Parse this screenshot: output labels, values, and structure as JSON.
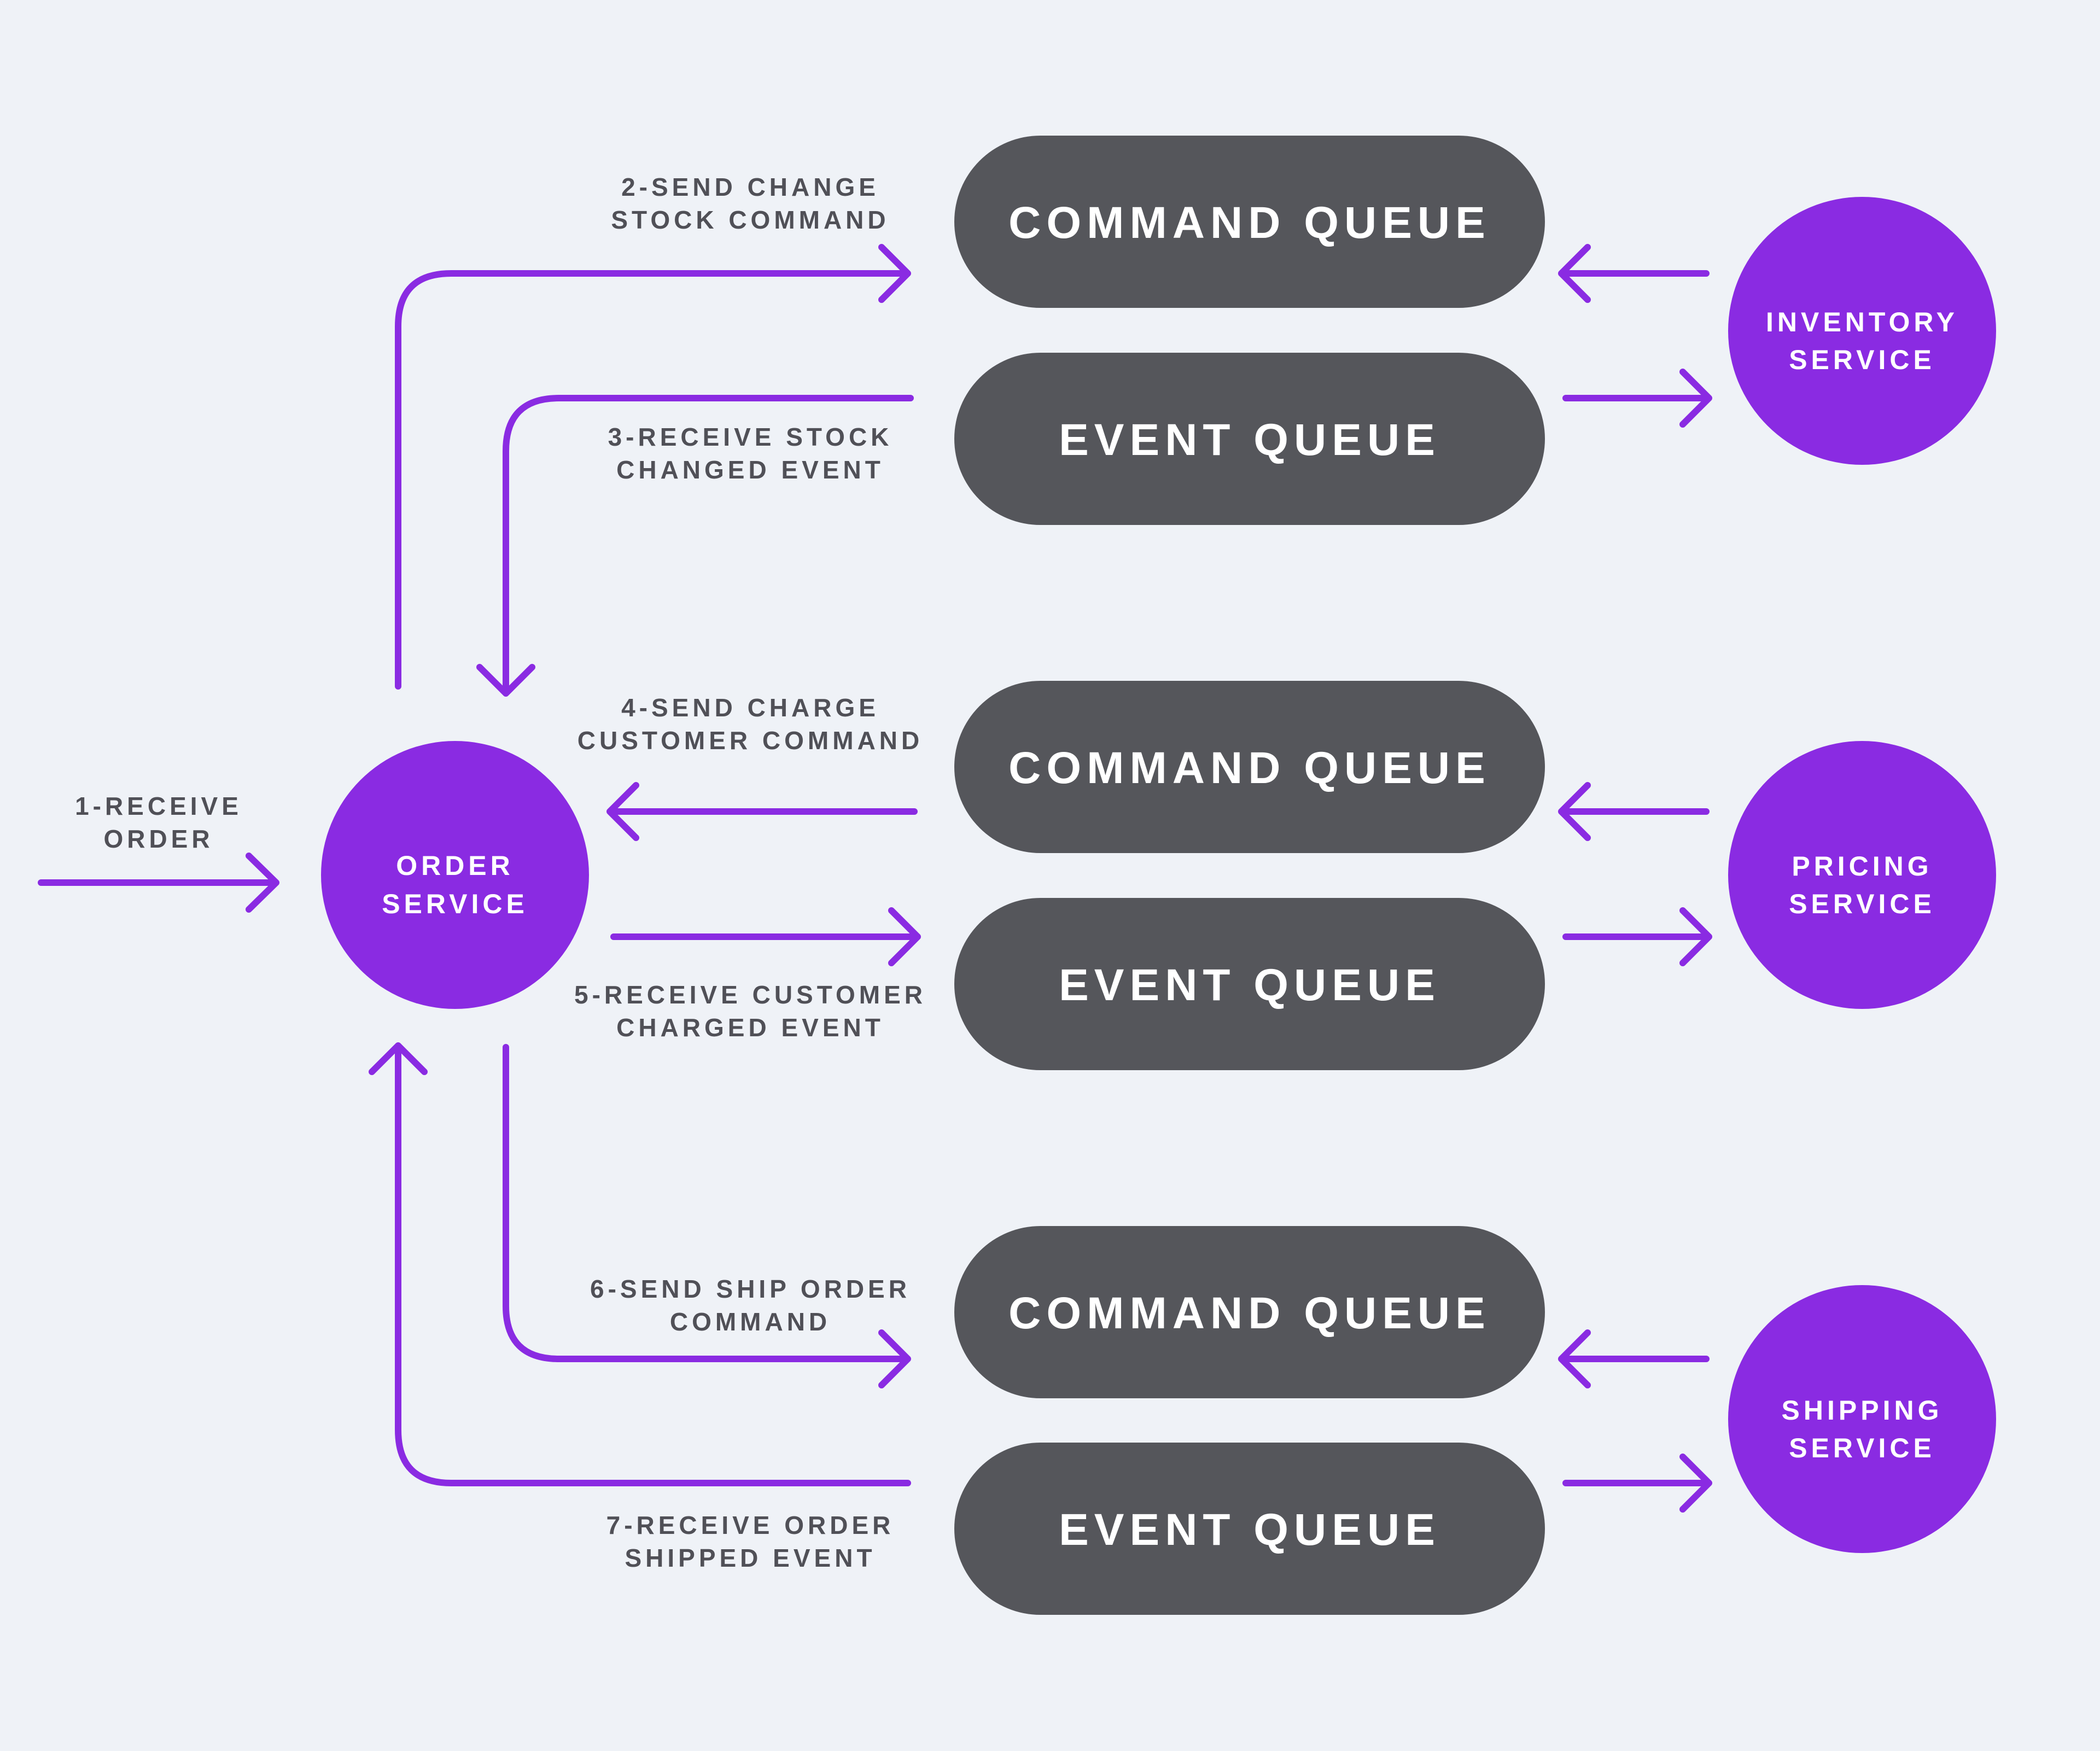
{
  "colors": {
    "background": "#eff2f7",
    "accent": "#8a2be2",
    "queue": "#55565b",
    "label": "#505057",
    "node_text": "#ffffff"
  },
  "order_service": {
    "line1": "ORDER",
    "line2": "SERVICE"
  },
  "services": {
    "inventory": {
      "line1": "INVENTORY",
      "line2": "SERVICE"
    },
    "pricing": {
      "line1": "PRICING",
      "line2": "SERVICE"
    },
    "shipping": {
      "line1": "SHIPPING",
      "line2": "SERVICE"
    }
  },
  "queues": {
    "inventory_command": "COMMAND QUEUE",
    "inventory_event": "EVENT QUEUE",
    "pricing_command": "COMMAND QUEUE",
    "pricing_event": "EVENT QUEUE",
    "shipping_command": "COMMAND QUEUE",
    "shipping_event": "EVENT QUEUE"
  },
  "steps": {
    "s1": {
      "line1": "1-RECEIVE",
      "line2": "ORDER"
    },
    "s2": {
      "line1": "2-SEND CHANGE",
      "line2": "STOCK COMMAND"
    },
    "s3": {
      "line1": "3-RECEIVE STOCK",
      "line2": "CHANGED EVENT"
    },
    "s4": {
      "line1": "4-SEND CHARGE",
      "line2": "CUSTOMER COMMAND"
    },
    "s5": {
      "line1": "5-RECEIVE CUSTOMER",
      "line2": "CHARGED EVENT"
    },
    "s6": {
      "line1": "6-SEND SHIP ORDER",
      "line2": "COMMAND"
    },
    "s7": {
      "line1": "7-RECEIVE ORDER",
      "line2": "SHIPPED EVENT"
    }
  }
}
